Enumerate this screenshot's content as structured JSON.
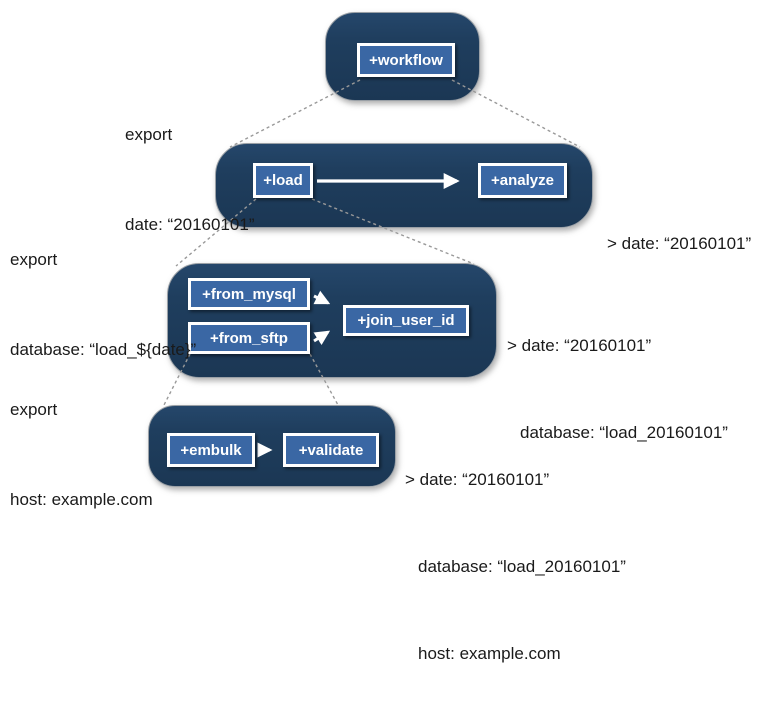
{
  "tasks": {
    "workflow": {
      "label": "+workflow"
    },
    "load": {
      "label": "+load"
    },
    "analyze": {
      "label": "+analyze"
    },
    "from_mysql": {
      "label": "+from_mysql"
    },
    "from_sftp": {
      "label": "+from_sftp"
    },
    "join_user_id": {
      "label": "+join_user_id"
    },
    "embulk": {
      "label": "+embulk"
    },
    "validate": {
      "label": "+validate"
    }
  },
  "export_annotations": {
    "workflow": {
      "keyword": "export",
      "value": "date: “20160101”"
    },
    "load": {
      "keyword": "export",
      "value": "database: “load_${date}”"
    },
    "from_sftp": {
      "keyword": "export",
      "value": "host: example.com"
    }
  },
  "inherited_params": {
    "load_group": {
      "line1": "> date: “20160101”"
    },
    "from_group": {
      "line1": "> date: “20160101”",
      "line2": "database: “load_20160101”"
    },
    "embulk_group": {
      "line1": "> date: “20160101”",
      "line2": "database: “load_20160101”",
      "line3": "host: example.com"
    }
  },
  "colors": {
    "group_fill": "#1f3e5e",
    "task_fill": "#3a67a4",
    "task_border": "#ffffff",
    "connector": "#999999",
    "arrow": "#ffffff",
    "text": "#1a1a1a"
  }
}
